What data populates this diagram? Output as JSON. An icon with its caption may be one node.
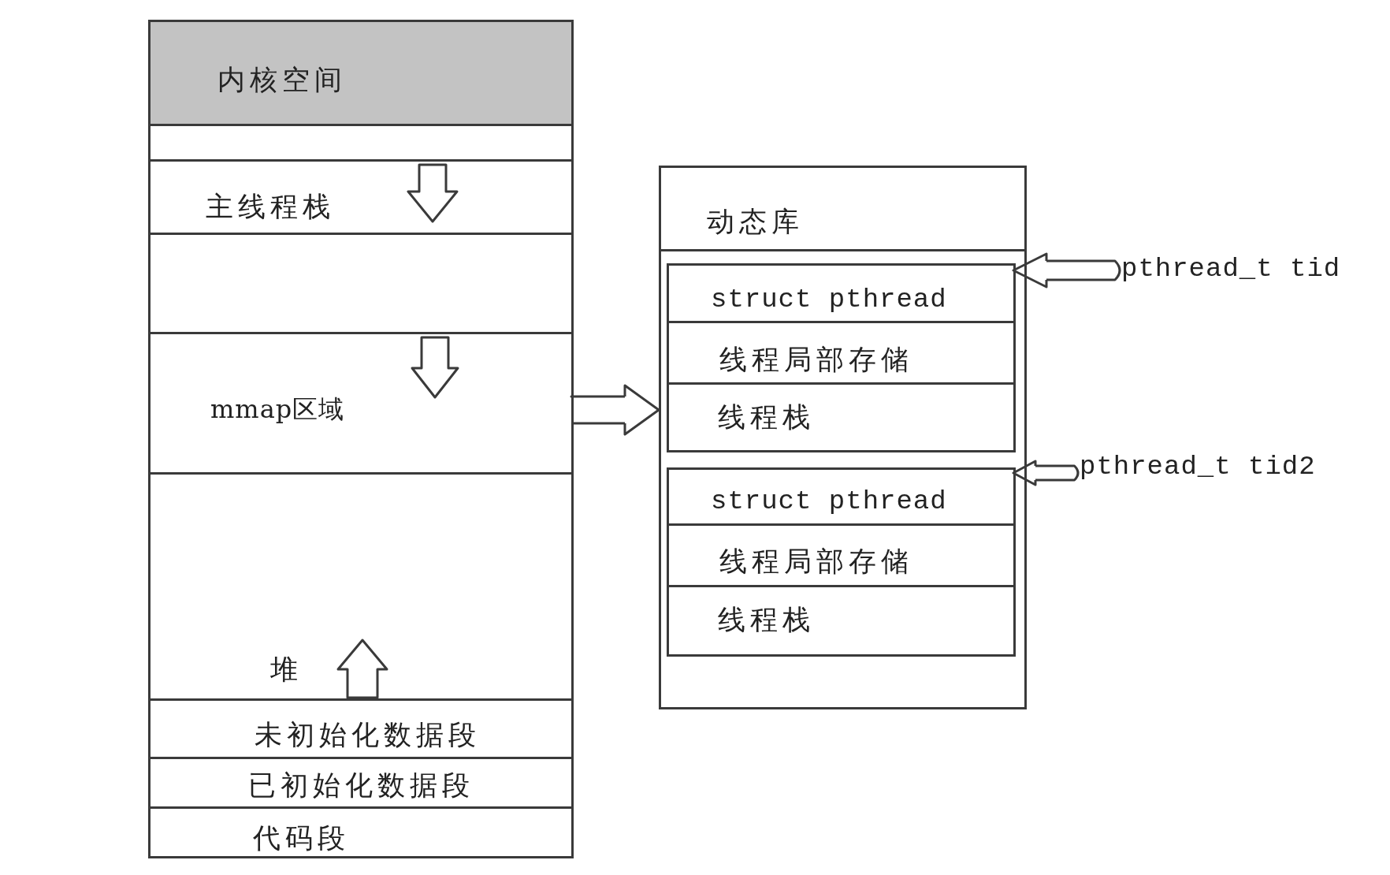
{
  "diagram": {
    "nodes": [
      {
        "text": [],
        "shape": "box"
      },
      {
        "text": [
          "内核空间"
        ],
        "in": 0
      },
      {
        "text": [],
        "shape": "box",
        "in": 0
      },
      {
        "text": [
          "主线程栈"
        ],
        "in": 0
      },
      {
        "text": [],
        "shape": "box",
        "in": 0
      },
      {
        "text": [
          "mmap区域"
        ],
        "in": 0
      },
      {
        "text": [
          "堆"
        ],
        "in": 0
      },
      {
        "text": [
          "未初始化数据段"
        ],
        "in": 0
      },
      {
        "text": [
          "已初始化数据段"
        ],
        "in": 0
      },
      {
        "text": [
          "代码段"
        ],
        "in": 0
      },
      {
        "text": [
          "动态库"
        ]
      },
      {
        "text": [],
        "shape": "box",
        "in": 10
      },
      {
        "text": [
          "struct pthread"
        ],
        "in": 11
      },
      {
        "text": [
          "线程局部存储"
        ],
        "in": 11
      },
      {
        "text": [
          "线程栈"
        ],
        "in": 11
      },
      {
        "text": [],
        "shape": "box",
        "in": 10
      },
      {
        "text": [
          "struct pthread"
        ],
        "in": 15
      },
      {
        "text": [
          "线程局部存储"
        ],
        "in": 15
      },
      {
        "text": [
          "线程栈"
        ],
        "in": 15
      },
      {
        "text": [
          "pthread_t tid"
        ]
      },
      {
        "text": [
          "pthread_t tid2"
        ]
      }
    ],
    "edges": [
      {
        "from": 5,
        "to": 10,
        "arrow": "to"
      },
      {
        "from": 19,
        "to": 12,
        "arrow": "to"
      },
      {
        "from": 20,
        "to": 16,
        "arrow": "to"
      }
    ]
  }
}
